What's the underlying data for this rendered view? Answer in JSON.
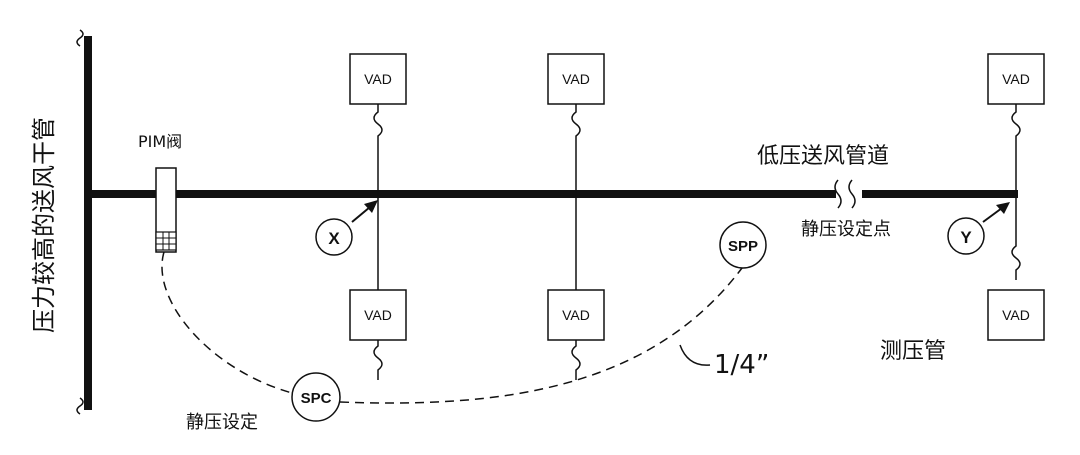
{
  "labels": {
    "main_duct_vertical": "压力较高的送风干管",
    "pim_valve": "PIM阀",
    "low_pressure_duct": "低压送风管道",
    "static_setpoint_point": "静压设定点",
    "pitot_tube": "测压管",
    "static_setting": "静压设定",
    "tube_size": "1/4”"
  },
  "vad_boxes": [
    "VAD",
    "VAD",
    "VAD",
    "VAD",
    "VAD",
    "VAD"
  ],
  "circles": {
    "x": "X",
    "y": "Y",
    "spp": "SPP",
    "spc": "SPC"
  }
}
